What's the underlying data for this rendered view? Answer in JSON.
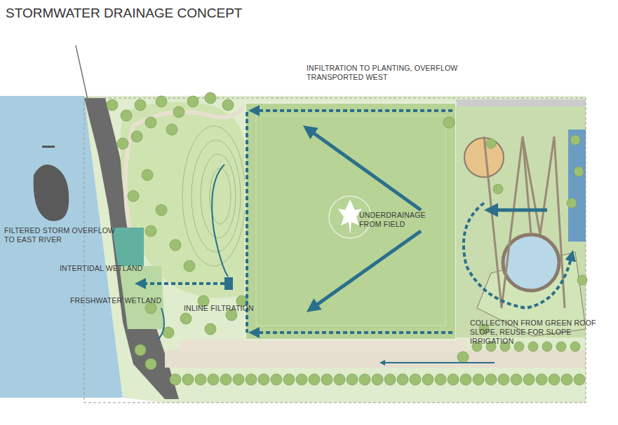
{
  "diagram": {
    "title": "STORMWATER DRAINAGE CONCEPT",
    "labels": [
      "INFILTRATION TO PLANTING, OVERFLOW TRANSPORTED WEST",
      "UNDERDRAINAGE FROM FIELD",
      "FILTERED STORM OVERFLOW TO EAST RIVER",
      "INTERTIDAL WETLAND",
      "FRESHWATER WETLAND",
      "INLINE FILTRATION",
      "COLLECTION FROM GREEN ROOF SLOPE, REUSE FOR SLOPE IRRIGATION"
    ]
  }
}
